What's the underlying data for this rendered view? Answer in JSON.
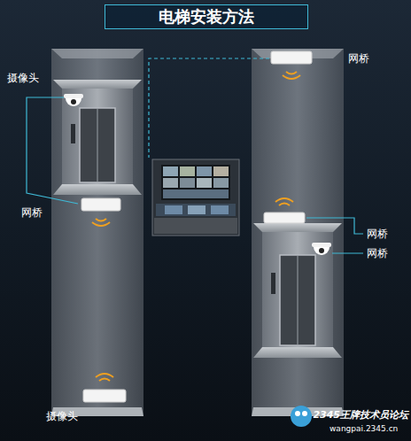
{
  "diagram": {
    "title": "电梯安装方法",
    "labels": [
      "摄像头",
      "网桥",
      "网桥",
      "网桥",
      "网桥",
      "摄像头",
      "2345王牌技术员论坛",
      "wangpai.2345.cn"
    ]
  }
}
